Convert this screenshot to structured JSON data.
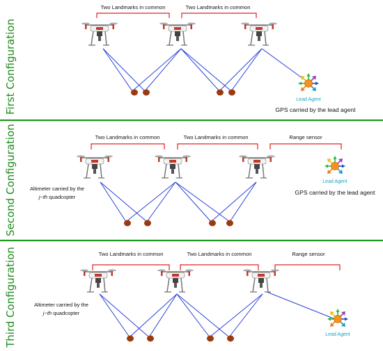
{
  "colors": {
    "separator": "#1f9a1f",
    "title": "#1e8a1e",
    "bracket": "#e02020",
    "sight_line": "#2a3fd6",
    "range_line": "#2a3fd6",
    "landmark": "#9a3a10",
    "lead_core": "#f5921e",
    "lead_text": "#1a9ec0"
  },
  "panels": [
    {
      "title": "First Configuration",
      "brackets": [
        "Two Landmarks in common",
        "Two Landmarks in common"
      ],
      "range_label": "",
      "altimeter_line1": "",
      "altimeter_line2_italic": "",
      "altimeter_line2_rest": "",
      "lead_label": "Lead Agent",
      "gps_label": "GPS carried by the lead agent"
    },
    {
      "title": "Second Configuration",
      "brackets": [
        "Two Landmarks in common",
        "Two Landmarks in common"
      ],
      "range_label": "Range sensor",
      "altimeter_line1": "Altimeter carried by the",
      "altimeter_line2_italic": "j−th",
      "altimeter_line2_rest": " quadcopter",
      "lead_label": "Lead Agent",
      "gps_label": "GPS carried by the lead agent"
    },
    {
      "title": "Third Configuration",
      "brackets": [
        "Two Landmarks in common",
        "Two Landmarks in common"
      ],
      "range_label": "Range sensor",
      "altimeter_line1": "Altimeter carried by the",
      "altimeter_line2_italic": "j−th",
      "altimeter_line2_rest": " quadcopter",
      "lead_label": "Lead Agent",
      "gps_label": ""
    }
  ]
}
